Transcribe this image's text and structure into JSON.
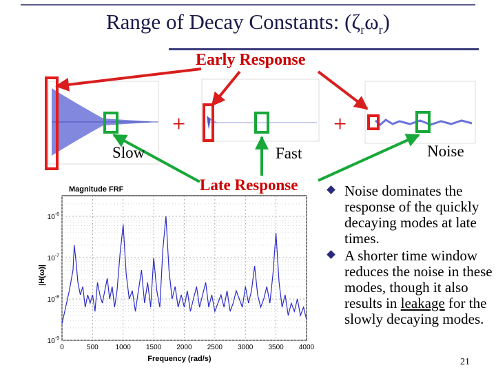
{
  "slide": {
    "title_main": "Range of Decay Constants: (",
    "title_zeta": "ζ",
    "title_sub1": "r",
    "title_omega": "ω",
    "title_sub2": "r",
    "title_close": ")",
    "early_response": "Early Response",
    "late_response": "Late Response",
    "slow_label": "Slow",
    "fast_label": "Fast",
    "noise_label": "Noise",
    "plus1": "+",
    "plus2": "+",
    "page_number": "21",
    "bullets": [
      {
        "before": "Noise dominates the response of the quickly decaying modes at late times.",
        "underlined": "",
        "after": ""
      },
      {
        "before": "A shorter time window reduces the noise in these modes, though it also results in ",
        "underlined": "leakage",
        "after": " for the slowly decaying modes."
      }
    ]
  },
  "chart_data": {
    "type": "line",
    "title": "Magnitude FRF",
    "xlabel": "Frequency (rad/s)",
    "ylabel": "|H(ω)|",
    "xlim": [
      0,
      4000
    ],
    "ylim": [
      -9,
      -5.5
    ],
    "y_scale": "log",
    "x_ticks": [
      0,
      500,
      1000,
      1500,
      2000,
      2500,
      3000,
      3500,
      4000
    ],
    "x_tick_labels": [
      "0",
      "500",
      "1000",
      "1500",
      "2000",
      "2500",
      "3000",
      "3500",
      "4000"
    ],
    "y_ticks": [
      -6,
      -7,
      -8,
      -9
    ],
    "y_tick_labels": [
      "10^-6",
      "10^-7",
      "10^-8",
      "10^-9"
    ],
    "grid": true,
    "series": [
      {
        "x": [
          0,
          60,
          120,
          180,
          200,
          230,
          260,
          300,
          340,
          380,
          420,
          460,
          500,
          540,
          580,
          620,
          660,
          700,
          740,
          780,
          820,
          860,
          900,
          950,
          1000,
          1050,
          1100,
          1150,
          1200,
          1250,
          1300,
          1350,
          1400,
          1450,
          1500,
          1550,
          1600,
          1650,
          1700,
          1750,
          1800,
          1850,
          1900,
          1950,
          2000,
          2050,
          2100,
          2150,
          2200,
          2250,
          2300,
          2350,
          2400,
          2450,
          2500,
          2550,
          2600,
          2650,
          2700,
          2750,
          2800,
          2850,
          2900,
          2950,
          3000,
          3050,
          3100,
          3150,
          3200,
          3250,
          3300,
          3350,
          3400,
          3450,
          3500,
          3550,
          3600,
          3650,
          3700,
          3750,
          3800,
          3850,
          3900,
          3950,
          4000
        ],
        "y": [
          -8.6,
          -8.2,
          -7.8,
          -7.3,
          -6.7,
          -7.1,
          -7.6,
          -7.9,
          -7.7,
          -8.2,
          -7.9,
          -8.1,
          -7.9,
          -8.3,
          -7.6,
          -7.9,
          -8.1,
          -7.8,
          -7.5,
          -8.0,
          -7.7,
          -8.2,
          -7.8,
          -6.9,
          -6.2,
          -7.4,
          -8.0,
          -7.8,
          -8.3,
          -7.8,
          -7.3,
          -8.1,
          -7.6,
          -8.2,
          -7.0,
          -7.8,
          -8.2,
          -6.8,
          -6.0,
          -7.3,
          -8.0,
          -7.7,
          -8.2,
          -7.9,
          -8.2,
          -7.8,
          -8.3,
          -8.0,
          -7.7,
          -8.2,
          -7.9,
          -7.6,
          -8.2,
          -7.9,
          -8.3,
          -8.1,
          -7.9,
          -8.2,
          -7.8,
          -8.3,
          -8.1,
          -7.8,
          -8.0,
          -8.2,
          -7.7,
          -8.1,
          -7.8,
          -7.2,
          -7.9,
          -8.2,
          -8.0,
          -7.7,
          -8.1,
          -7.4,
          -6.4,
          -7.6,
          -8.2,
          -7.9,
          -8.4,
          -8.1,
          -8.3,
          -8.0,
          -8.4,
          -8.2,
          -8.5
        ]
      }
    ]
  }
}
